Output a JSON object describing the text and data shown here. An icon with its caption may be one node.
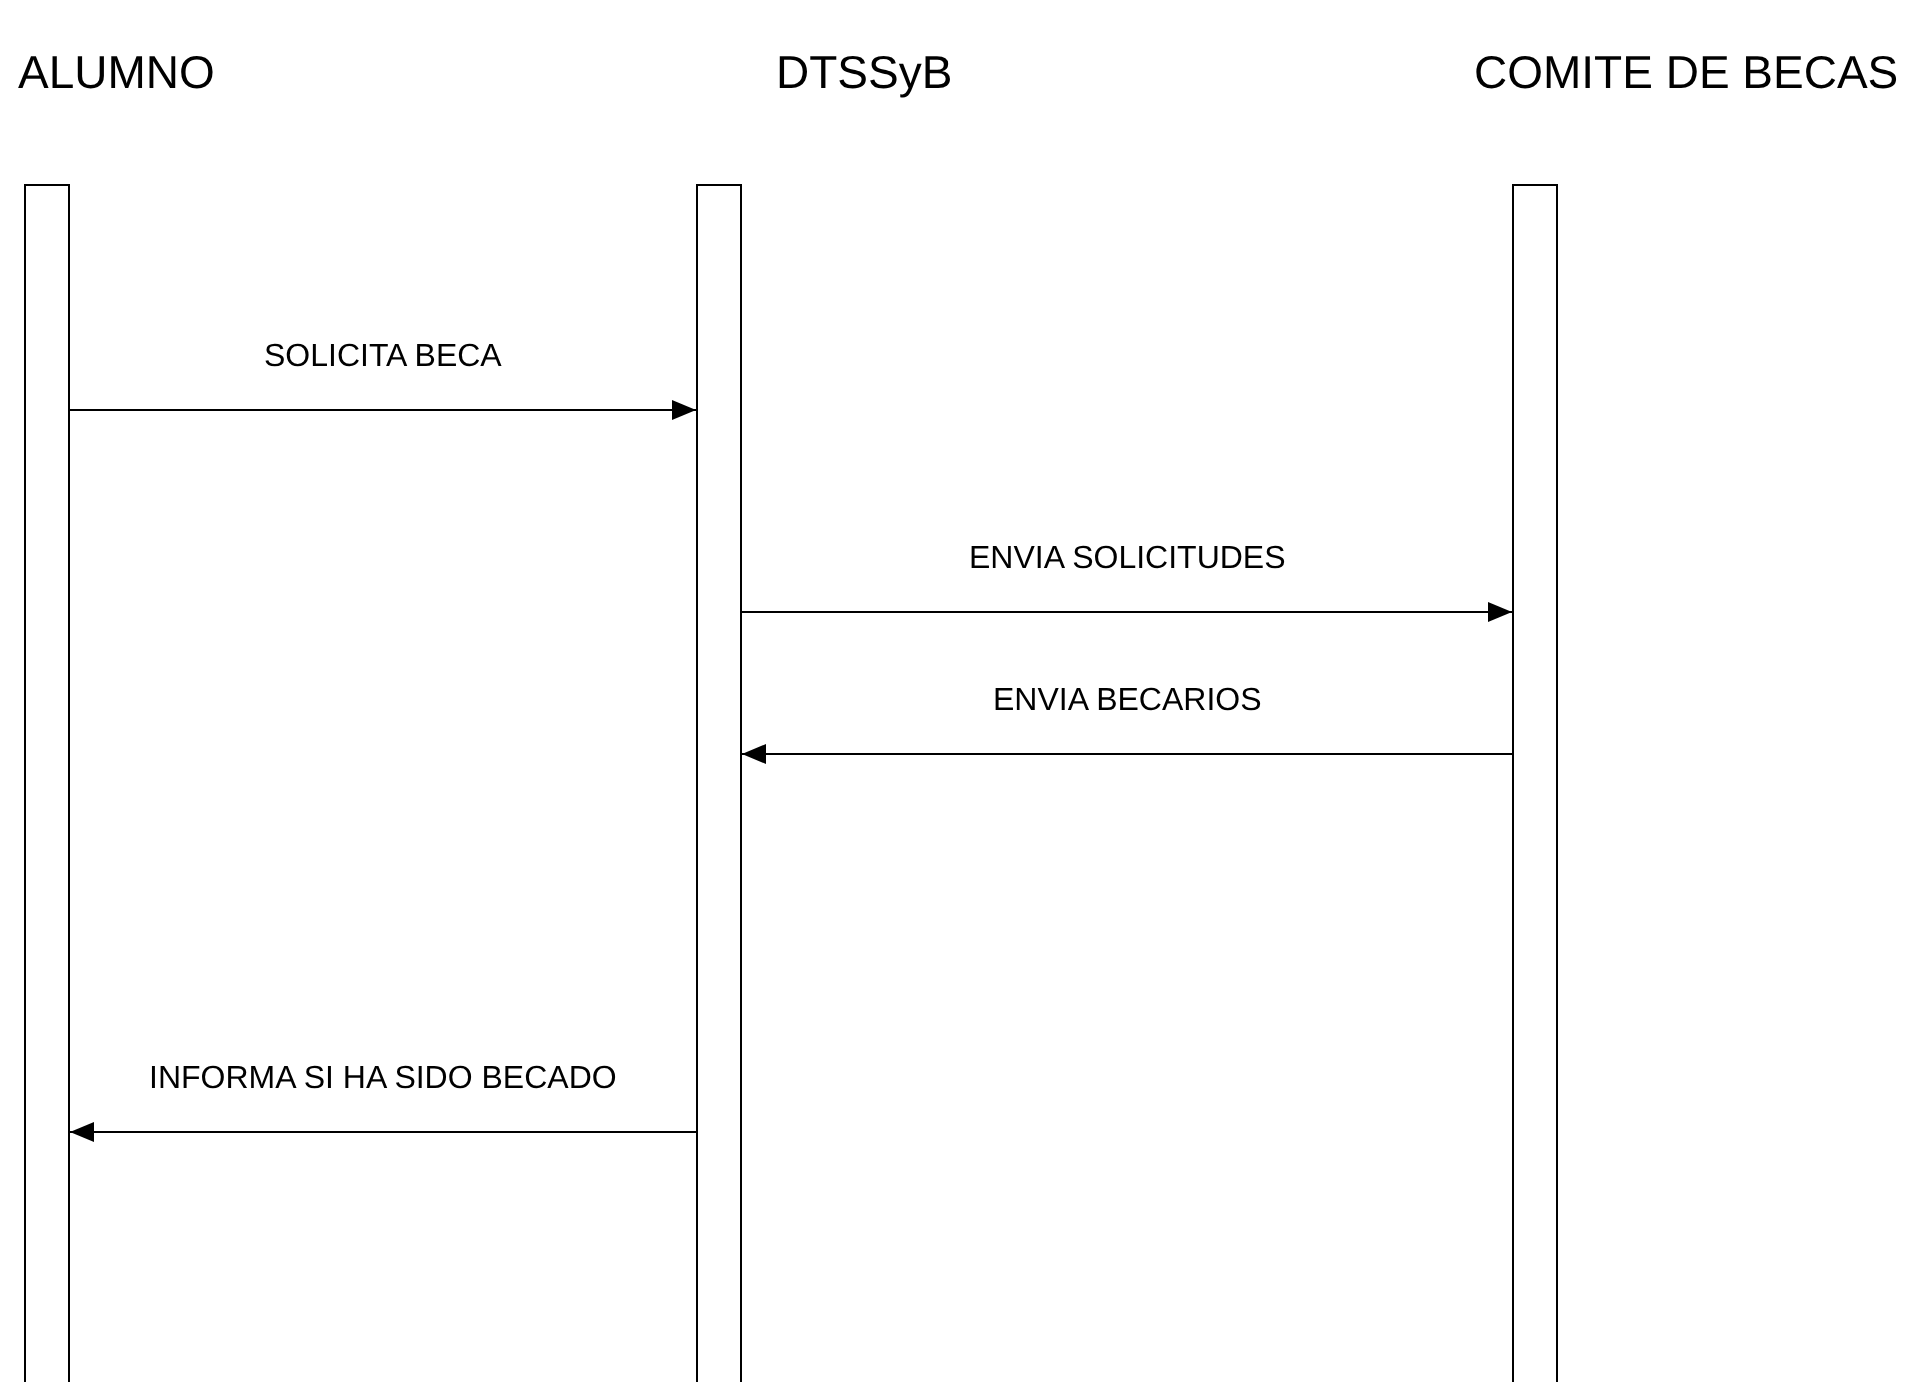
{
  "diagram": {
    "nodes": [
      {
        "text": [
          "ALUMNO"
        ]
      },
      {
        "text": [
          "DTSSyB"
        ]
      },
      {
        "text": [
          "COMITE DE BECAS"
        ]
      }
    ],
    "edges": [
      {
        "from": 0,
        "to": 1,
        "arrow": "to",
        "label": "SOLICITA BECA"
      },
      {
        "from": 1,
        "to": 2,
        "arrow": "to",
        "label": "ENVIA SOLICITUDES"
      },
      {
        "from": 2,
        "to": 1,
        "arrow": "to",
        "label": "ENVIA BECARIOS"
      },
      {
        "from": 1,
        "to": 0,
        "arrow": "to",
        "label": "INFORMA SI HA SIDO BECADO"
      }
    ]
  }
}
